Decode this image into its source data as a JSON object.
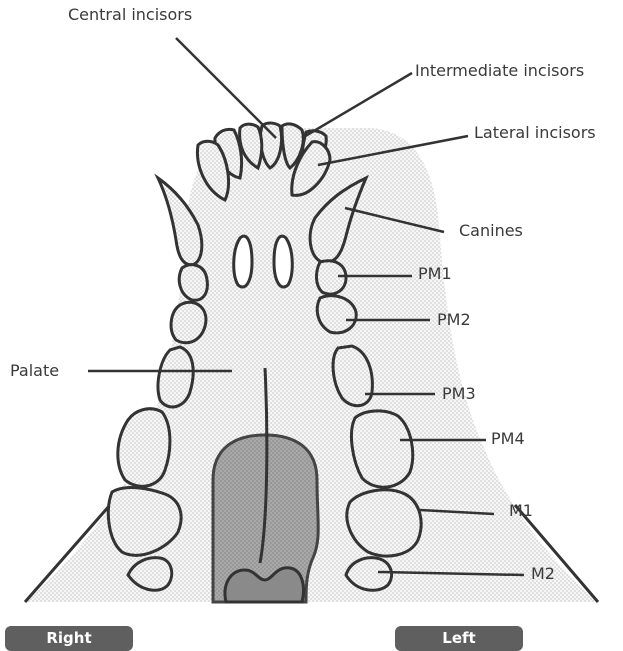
{
  "labels": {
    "central_incisors": "Central incisors",
    "intermediate_incisors": "Intermediate incisors",
    "lateral_incisors": "Lateral incisors",
    "canines": "Canines",
    "pm1": "PM1",
    "pm2": "PM2",
    "palate": "Palate",
    "pm3": "PM3",
    "pm4": "PM4",
    "m1": "M1",
    "m2": "M2"
  },
  "sides": {
    "right": "Right",
    "left": "Left"
  }
}
